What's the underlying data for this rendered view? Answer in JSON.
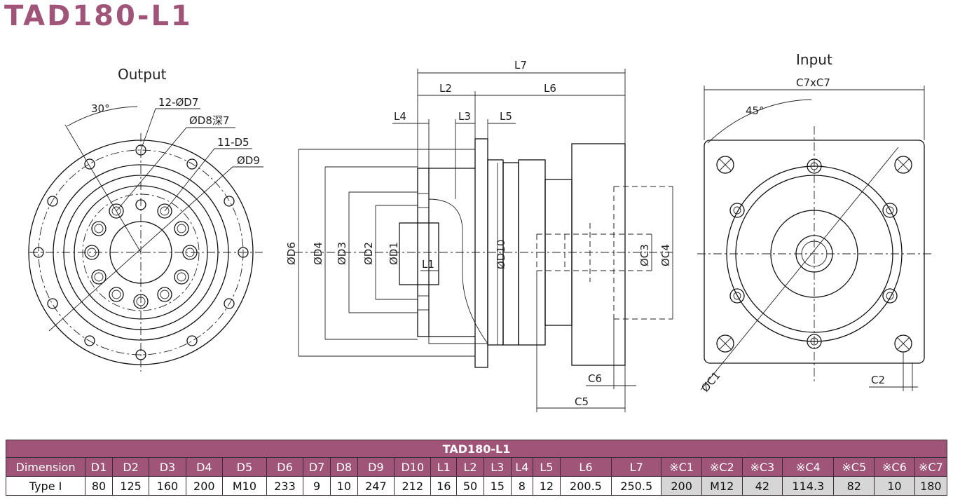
{
  "title": "TAD180-L1",
  "colors": {
    "brand": "#a05477",
    "table_header": "#a05477",
    "optional_cell": "#d6d6d6"
  },
  "views": {
    "output": {
      "heading": "Output",
      "labels": {
        "angle": "30°",
        "holes_d7": "12-ØD7",
        "counterbore_d8": "ØD8深7",
        "tap_d5": "11-D5",
        "d9": "ØD9"
      }
    },
    "side": {
      "labels": {
        "l7": "L7",
        "l2": "L2",
        "l6": "L6",
        "l4": "L4",
        "l3": "L3",
        "l5": "L5",
        "l1": "L1",
        "d6": "ØD6",
        "d4": "ØD4",
        "d3": "ØD3",
        "d2": "ØD2",
        "d1": "ØD1",
        "d10": "ØD10",
        "c3": "ØC3",
        "c4": "ØC4",
        "c6": "C6",
        "c5": "C5"
      }
    },
    "input": {
      "heading": "Input",
      "labels": {
        "c7": "C7xC7",
        "angle": "45°",
        "c1": "ØC1",
        "c2": "C2"
      }
    }
  },
  "table": {
    "caption": "TAD180-L1",
    "headers": [
      "Dimension",
      "D1",
      "D2",
      "D3",
      "D4",
      "D5",
      "D6",
      "D7",
      "D8",
      "D9",
      "D10",
      "L1",
      "L2",
      "L3",
      "L4",
      "L5",
      "L6",
      "L7",
      "※C1",
      "※C2",
      "※C3",
      "※C4",
      "※C5",
      "※C6",
      "※C7"
    ],
    "row": [
      "Type I",
      "80",
      "125",
      "160",
      "200",
      "M10",
      "233",
      "9",
      "10",
      "247",
      "212",
      "16",
      "50",
      "15",
      "8",
      "12",
      "200.5",
      "250.5",
      "200",
      "M12",
      "42",
      "114.3",
      "82",
      "10",
      "180"
    ]
  }
}
